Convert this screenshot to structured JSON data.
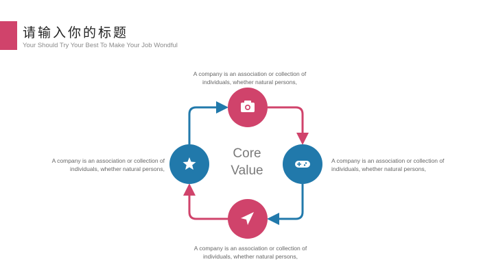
{
  "header": {
    "title": "请输入你的标题",
    "subtitle": "Your Should Try Your Best To Make Your Job Wondful"
  },
  "center": {
    "line1": "Core",
    "line2": "Value"
  },
  "nodes": [
    {
      "id": "top",
      "icon": "camera-icon",
      "color": "#d0436b",
      "text1": "A company is an association or collection of",
      "text2": "individuals, whether natural persons,"
    },
    {
      "id": "right",
      "icon": "gamepad-icon",
      "color": "#2179ab",
      "text1": "A company is an association or collection of",
      "text2": "individuals, whether natural persons,"
    },
    {
      "id": "bottom",
      "icon": "navigation-arrow-icon",
      "color": "#d0436b",
      "text1": "A company is an association or collection of",
      "text2": "individuals, whether natural persons,"
    },
    {
      "id": "left",
      "icon": "star-icon",
      "color": "#2179ab",
      "text1": "A company is an association or collection of",
      "text2": "individuals, whether natural persons,"
    }
  ],
  "colors": {
    "pink": "#d0436b",
    "blue": "#2179ab"
  }
}
